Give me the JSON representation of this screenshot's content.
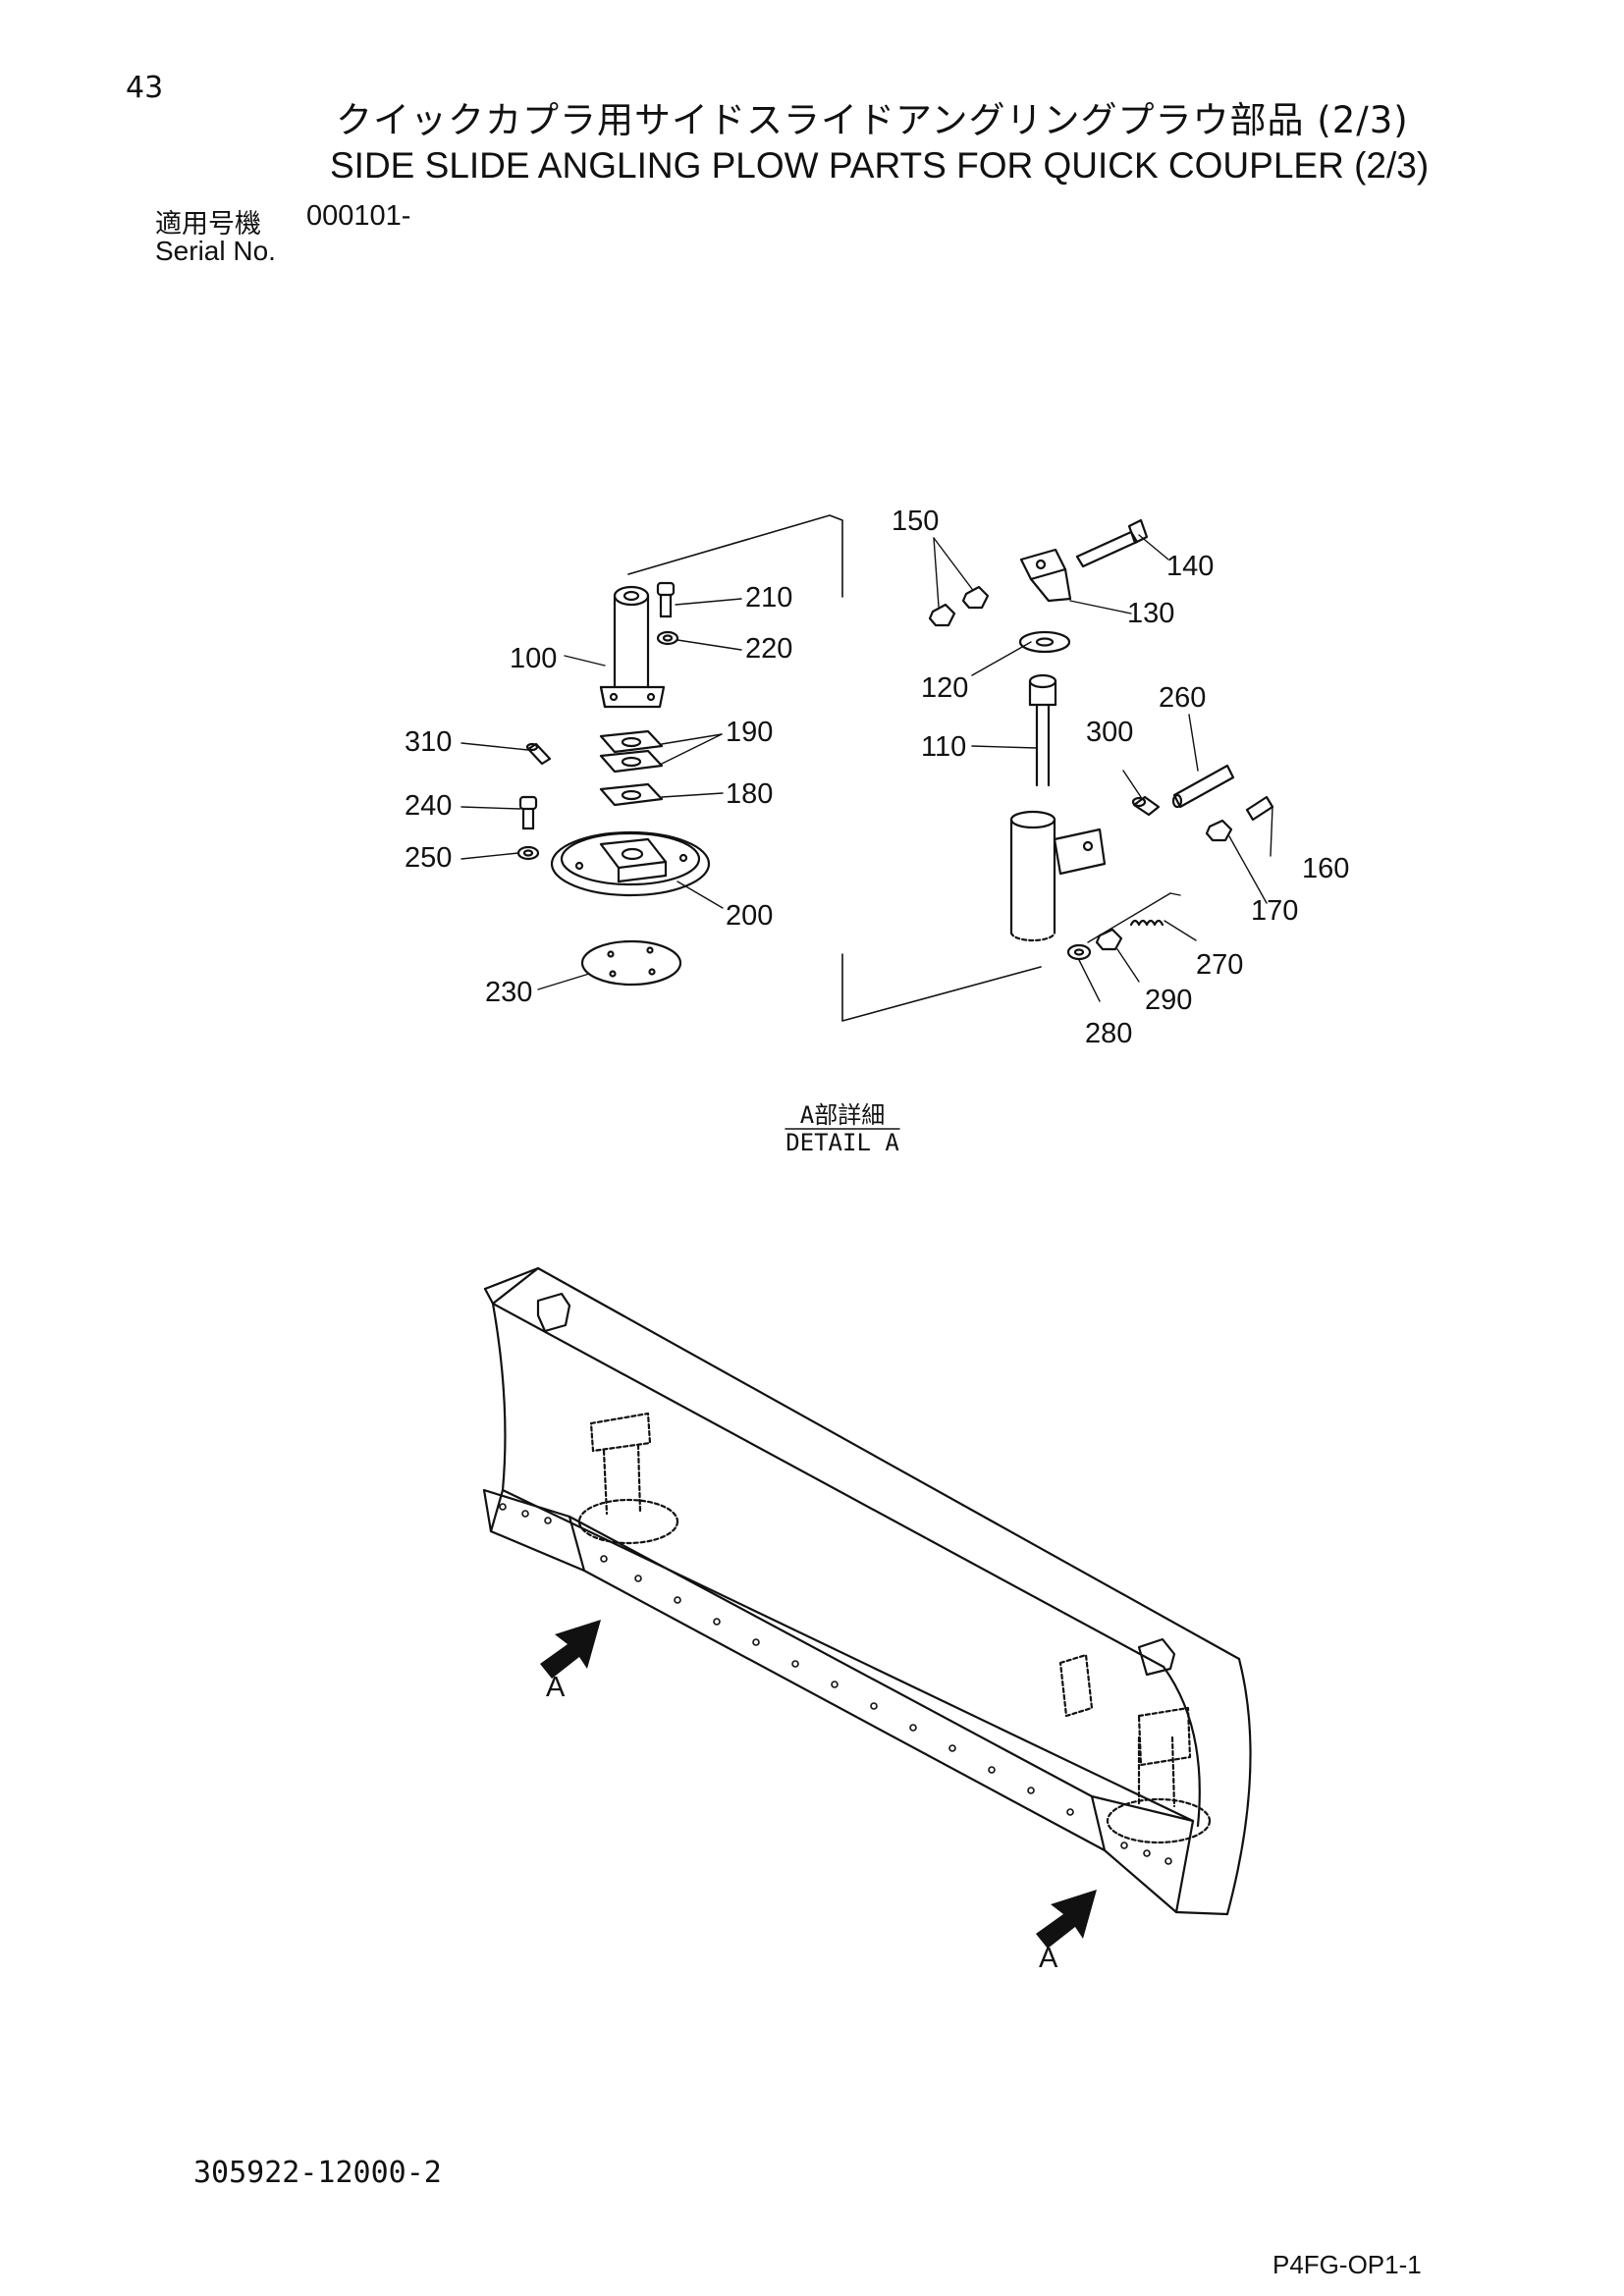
{
  "header": {
    "page_number": "43",
    "title_jp": "クイックカプラ用サイドスライドアングリングプラウ部品 (2/3)",
    "title_en": "SIDE SLIDE ANGLING PLOW PARTS FOR QUICK COUPLER (2/3)",
    "serial_label_jp": "適用号機",
    "serial_value": "000101-",
    "serial_label_en": "Serial No."
  },
  "detail": {
    "label_jp": "A部詳細",
    "label_en": "DETAIL A"
  },
  "callouts": {
    "c100": "100",
    "c110": "110",
    "c120": "120",
    "c130": "130",
    "c140": "140",
    "c150": "150",
    "c160": "160",
    "c170": "170",
    "c180": "180",
    "c190": "190",
    "c200": "200",
    "c210": "210",
    "c220": "220",
    "c230": "230",
    "c240": "240",
    "c250": "250",
    "c260": "260",
    "c270": "270",
    "c280": "280",
    "c290": "290",
    "c300": "300",
    "c310": "310"
  },
  "view_arrows": {
    "left_label": "A",
    "right_label": "A"
  },
  "footer": {
    "document_number": "305922-12000-2",
    "page_code": "P4FG-OP1-1"
  }
}
